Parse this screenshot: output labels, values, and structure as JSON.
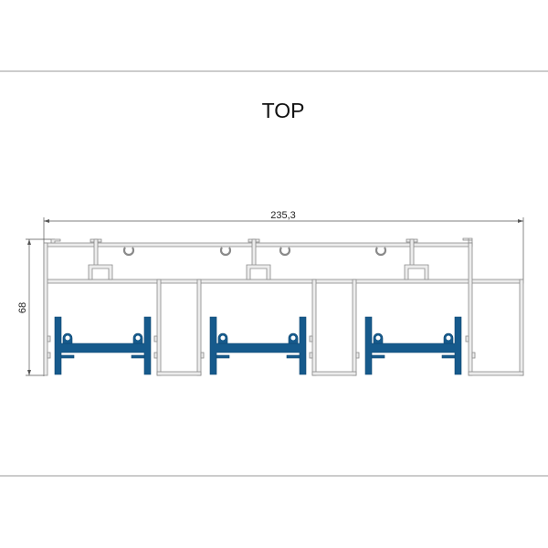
{
  "drawing": {
    "title": "TOP",
    "width_dimension": "235,3",
    "height_dimension": "68",
    "colors": {
      "aluminium": "#ececec",
      "insert": "#165a8c",
      "outline": "#8a8a8a"
    }
  }
}
